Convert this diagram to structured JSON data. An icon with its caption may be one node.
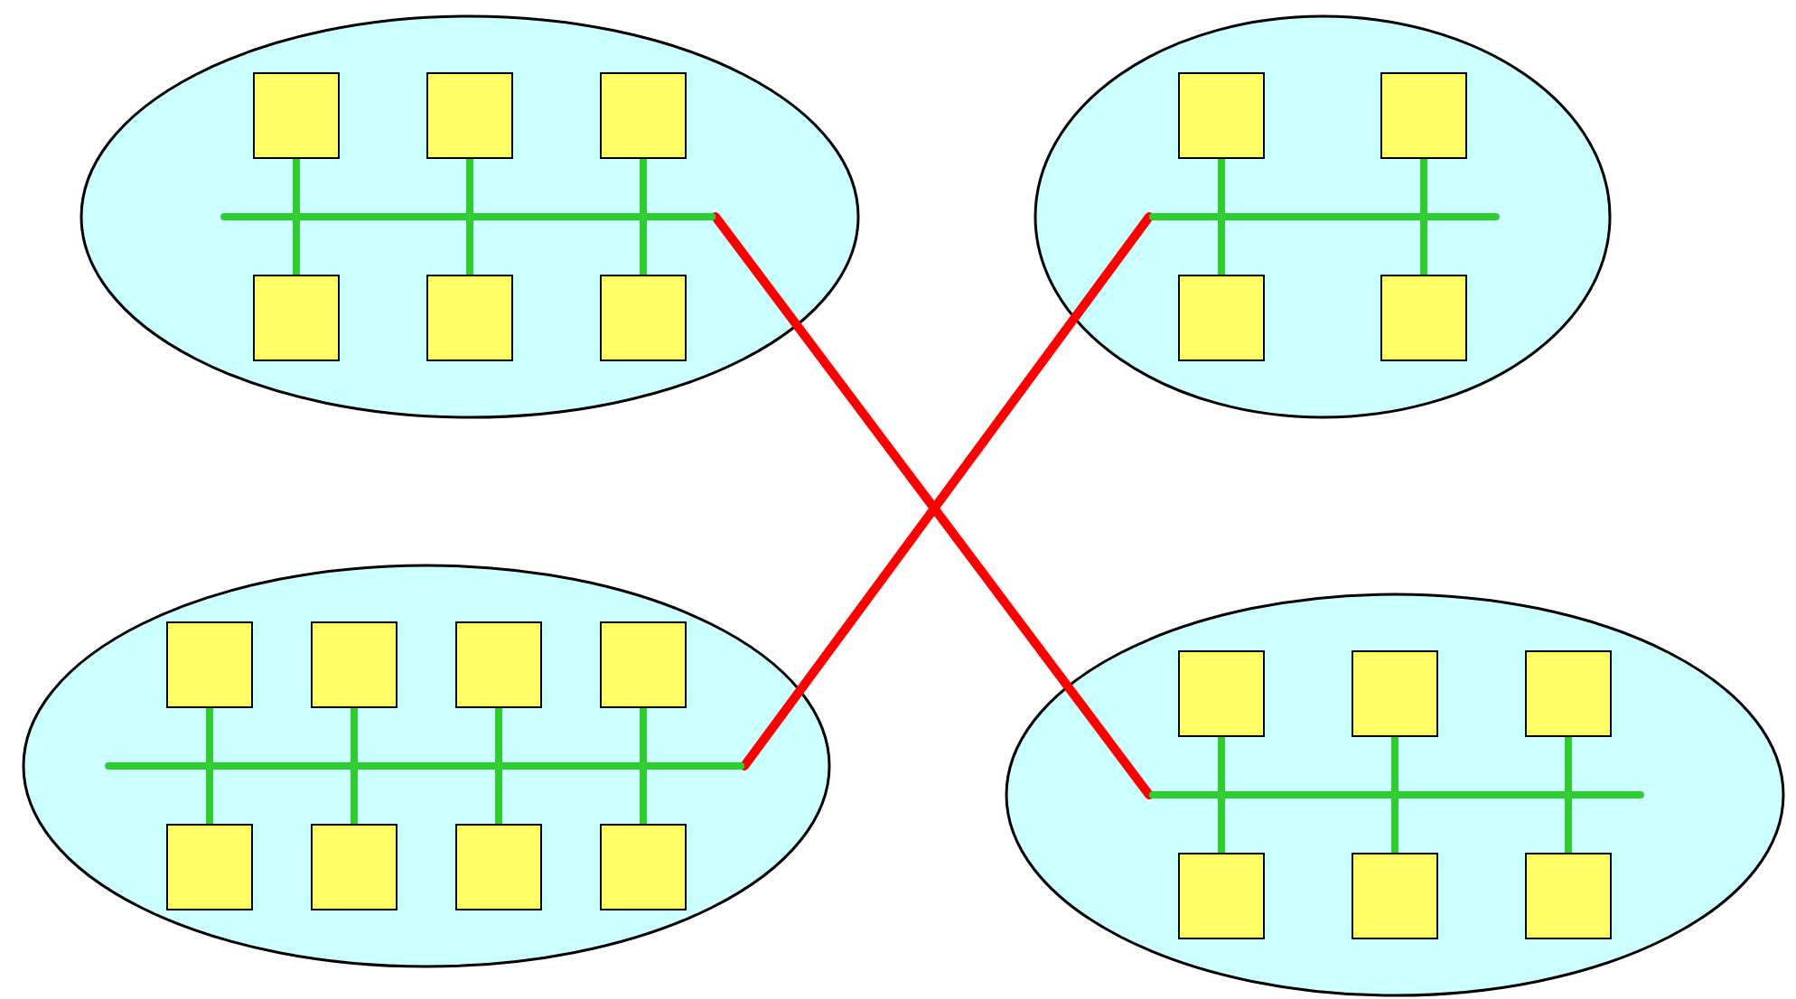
{
  "diagram": {
    "nodes": [
      {
        "text": [],
        "shape": "ellipse"
      },
      {
        "text": [],
        "shape": "box",
        "in": 0
      },
      {
        "text": [],
        "shape": "box",
        "in": 0
      },
      {
        "text": [],
        "shape": "box",
        "in": 0
      },
      {
        "text": [],
        "shape": "bar",
        "in": 0
      },
      {
        "text": [],
        "shape": "box",
        "in": 0
      },
      {
        "text": [],
        "shape": "box",
        "in": 0
      },
      {
        "text": [],
        "shape": "box",
        "in": 0
      },
      {
        "text": [],
        "shape": "ellipse"
      },
      {
        "text": [],
        "shape": "box",
        "in": 8
      },
      {
        "text": [],
        "shape": "box",
        "in": 8
      },
      {
        "text": [],
        "shape": "bar",
        "in": 8
      },
      {
        "text": [],
        "shape": "box",
        "in": 8
      },
      {
        "text": [],
        "shape": "box",
        "in": 8
      },
      {
        "text": [],
        "shape": "ellipse"
      },
      {
        "text": [],
        "shape": "box",
        "in": 14
      },
      {
        "text": [],
        "shape": "box",
        "in": 14
      },
      {
        "text": [],
        "shape": "box",
        "in": 14
      },
      {
        "text": [],
        "shape": "box",
        "in": 14
      },
      {
        "text": [],
        "shape": "bar",
        "in": 14
      },
      {
        "text": [],
        "shape": "box",
        "in": 14
      },
      {
        "text": [],
        "shape": "box",
        "in": 14
      },
      {
        "text": [],
        "shape": "box",
        "in": 14
      },
      {
        "text": [],
        "shape": "box",
        "in": 14
      },
      {
        "text": [],
        "shape": "ellipse"
      },
      {
        "text": [],
        "shape": "box",
        "in": 24
      },
      {
        "text": [],
        "shape": "box",
        "in": 24
      },
      {
        "text": [],
        "shape": "box",
        "in": 24
      },
      {
        "text": [],
        "shape": "bar",
        "in": 24
      },
      {
        "text": [],
        "shape": "box",
        "in": 24
      },
      {
        "text": [],
        "shape": "box",
        "in": 24
      },
      {
        "text": [],
        "shape": "box",
        "in": 24
      }
    ],
    "edges": [
      {
        "from": 1,
        "to": 4,
        "arrow": "none"
      },
      {
        "from": 2,
        "to": 4,
        "arrow": "none"
      },
      {
        "from": 3,
        "to": 4,
        "arrow": "none"
      },
      {
        "from": 5,
        "to": 4,
        "arrow": "none"
      },
      {
        "from": 6,
        "to": 4,
        "arrow": "none"
      },
      {
        "from": 7,
        "to": 4,
        "arrow": "none"
      },
      {
        "from": 9,
        "to": 11,
        "arrow": "none"
      },
      {
        "from": 10,
        "to": 11,
        "arrow": "none"
      },
      {
        "from": 12,
        "to": 11,
        "arrow": "none"
      },
      {
        "from": 13,
        "to": 11,
        "arrow": "none"
      },
      {
        "from": 15,
        "to": 19,
        "arrow": "none"
      },
      {
        "from": 16,
        "to": 19,
        "arrow": "none"
      },
      {
        "from": 17,
        "to": 19,
        "arrow": "none"
      },
      {
        "from": 18,
        "to": 19,
        "arrow": "none"
      },
      {
        "from": 20,
        "to": 19,
        "arrow": "none"
      },
      {
        "from": 21,
        "to": 19,
        "arrow": "none"
      },
      {
        "from": 22,
        "to": 19,
        "arrow": "none"
      },
      {
        "from": 23,
        "to": 19,
        "arrow": "none"
      },
      {
        "from": 25,
        "to": 28,
        "arrow": "none"
      },
      {
        "from": 26,
        "to": 28,
        "arrow": "none"
      },
      {
        "from": 27,
        "to": 28,
        "arrow": "none"
      },
      {
        "from": 29,
        "to": 28,
        "arrow": "none"
      },
      {
        "from": 30,
        "to": 28,
        "arrow": "none"
      },
      {
        "from": 31,
        "to": 28,
        "arrow": "none"
      },
      {
        "from": 4,
        "to": 28,
        "arrow": "none",
        "color": "#ff0000"
      },
      {
        "from": 11,
        "to": 19,
        "arrow": "none",
        "color": "#ff0000"
      }
    ]
  }
}
